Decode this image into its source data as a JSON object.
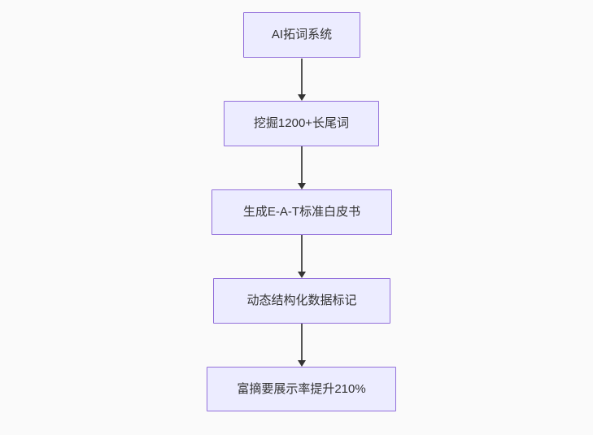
{
  "flowchart": {
    "type": "flow-diagram",
    "direction": "top-down",
    "nodes": [
      {
        "id": "n1",
        "label": "AI拓词系统"
      },
      {
        "id": "n2",
        "label": "挖掘1200+长尾词"
      },
      {
        "id": "n3",
        "label": "生成E-A-T标准白皮书"
      },
      {
        "id": "n4",
        "label": "动态结构化数据标记"
      },
      {
        "id": "n5",
        "label": "富摘要展示率提升210%"
      }
    ],
    "edges": [
      {
        "from": "n1",
        "to": "n2",
        "arrowhead": "triangle-down"
      },
      {
        "from": "n2",
        "to": "n3",
        "arrowhead": "triangle-down"
      },
      {
        "from": "n3",
        "to": "n4",
        "arrowhead": "triangle-down"
      },
      {
        "from": "n4",
        "to": "n5",
        "arrowhead": "triangle-down"
      }
    ],
    "theme": {
      "background": "#fafafa",
      "node_fill": "#ECECFF",
      "node_border": "#9370DB",
      "text_color": "#333333",
      "edge_line_color": "#555555",
      "arrowhead_color": "#333333"
    }
  }
}
